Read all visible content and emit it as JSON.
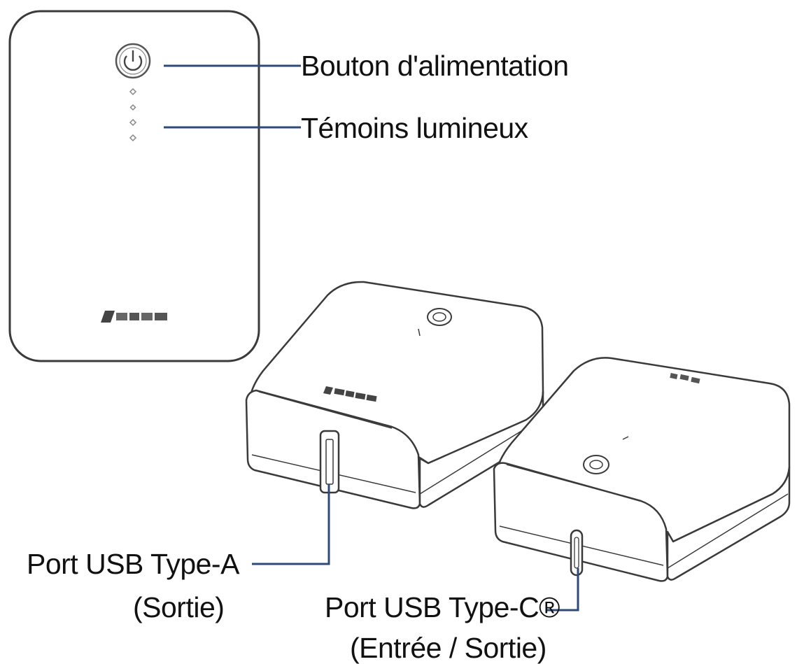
{
  "brand": {
    "logo_text": "/ISUS"
  },
  "callouts": {
    "power_button": "Bouton d'alimentation",
    "indicators": "Témoins lumineux",
    "usb_a_line1": "Port USB Type-A",
    "usb_a_line2": "(Sortie)",
    "usb_c_line1": "Port USB Type-C®",
    "usb_c_line2": "(Entrée / Sortie)"
  },
  "colors": {
    "leader_line": "#2f4a78",
    "outline": "#3a3a3a"
  }
}
